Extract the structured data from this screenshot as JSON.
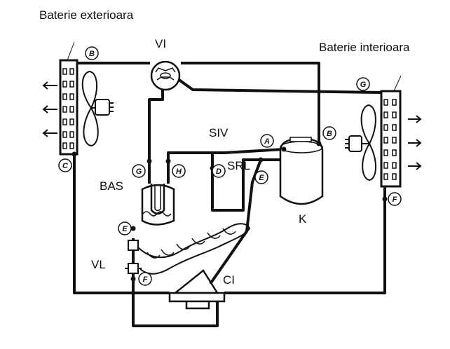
{
  "labels": {
    "outdoor_coil": "Baterie exterioara",
    "indoor_coil": "Baterie interioara",
    "reversing_valve": "VI",
    "suction_line": "SIV",
    "liquid_line": "SRL",
    "accumulator": "BAS",
    "compressor": "K",
    "expansion_valve": "VL",
    "check_valve": "CI"
  },
  "nodes": {
    "a": "A",
    "b_outdoor": "B",
    "b_compressor": "B",
    "c": "C",
    "d": "D",
    "e_accumulator": "E",
    "e_liquid": "E",
    "f_indoor": "F",
    "f_valve": "F",
    "g_accumulator": "G",
    "g_indoor": "G",
    "h": "H"
  },
  "colors": {
    "ink": "#111111",
    "background": "#ffffff"
  }
}
